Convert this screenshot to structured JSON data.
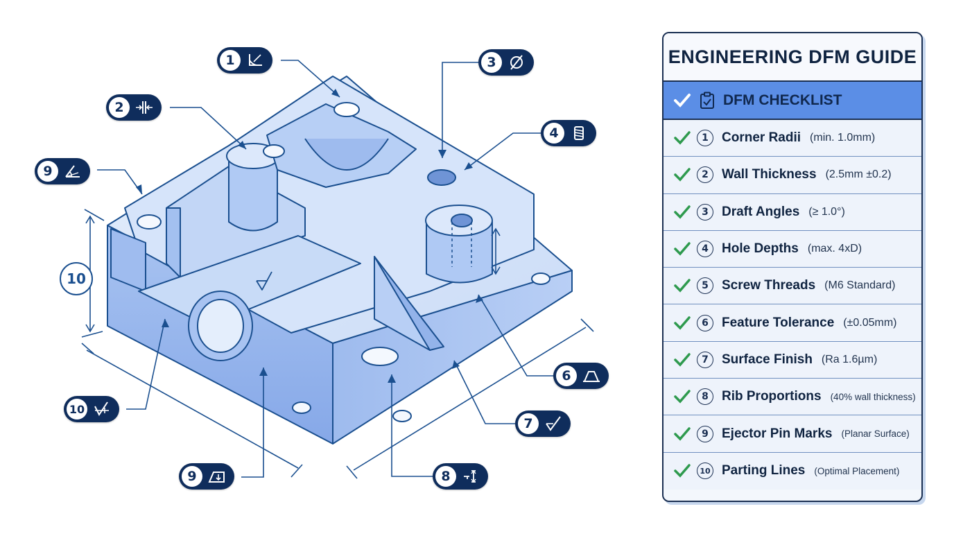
{
  "panel": {
    "title": "ENGINEERING DFM GUIDE",
    "checklist_header": "DFM CHECKLIST",
    "items": [
      {
        "num": "1",
        "name": "Corner Radii",
        "spec": "(min. 1.0mm)"
      },
      {
        "num": "2",
        "name": "Wall Thickness",
        "spec": "(2.5mm ±0.2)"
      },
      {
        "num": "3",
        "name": "Draft Angles",
        "spec": "(≥ 1.0°)"
      },
      {
        "num": "4",
        "name": "Hole Depths",
        "spec": "(max. 4xD)"
      },
      {
        "num": "5",
        "name": "Screw Threads",
        "spec": "(M6 Standard)"
      },
      {
        "num": "6",
        "name": "Feature Tolerance",
        "spec": "(±0.05mm)"
      },
      {
        "num": "7",
        "name": "Surface Finish",
        "spec": "(Ra 1.6µm)"
      },
      {
        "num": "8",
        "name": "Rib Proportions",
        "spec": "(40% wall thickness)"
      },
      {
        "num": "9",
        "name": "Ejector Pin Marks",
        "spec": "(Planar Surface)"
      },
      {
        "num": "10",
        "name": "Parting Lines",
        "spec": "(Optimal Placement)"
      }
    ]
  },
  "callouts": {
    "c1": {
      "num": "1",
      "icon": "corner-radius-icon"
    },
    "c2": {
      "num": "2",
      "icon": "wall-thickness-icon"
    },
    "c3": {
      "num": "3",
      "icon": "diameter-icon"
    },
    "c4": {
      "num": "4",
      "icon": "thread-icon"
    },
    "c6": {
      "num": "6",
      "icon": "tolerance-icon"
    },
    "c7": {
      "num": "7",
      "icon": "surface-finish-icon"
    },
    "c8": {
      "num": "8",
      "icon": "rib-icon"
    },
    "c9a": {
      "num": "9",
      "icon": "draft-angle-icon"
    },
    "c9b": {
      "num": "9",
      "icon": "ejector-pin-icon"
    },
    "c10": {
      "num": "10",
      "icon": "parting-line-icon"
    }
  },
  "dimension_label": "10",
  "colors": {
    "navy": "#0f2d5c",
    "part_light": "#dce8fb",
    "part_mid": "#b3ccf3",
    "part_dark": "#8eaee8",
    "outline": "#1a4f8f",
    "check_green": "#2e9a4e",
    "header_blue": "#5b8ee6"
  }
}
